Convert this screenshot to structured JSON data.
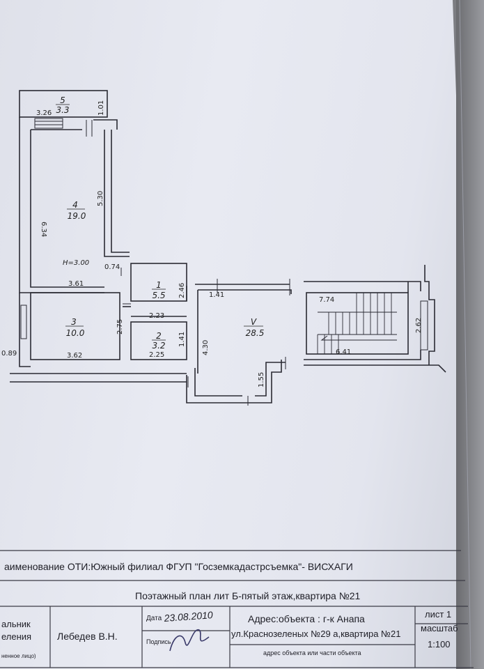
{
  "plan": {
    "rooms": [
      {
        "no": "5",
        "area": "3.3"
      },
      {
        "no": "4",
        "area": "19.0"
      },
      {
        "no": "1",
        "area": "5.5"
      },
      {
        "no": "3",
        "area": "10.0"
      },
      {
        "no": "2",
        "area": "3.2"
      },
      {
        "no": "V",
        "area": "28.5"
      }
    ],
    "dimensions": [
      "3.26",
      "1.01",
      "5.30",
      "6.34",
      "H=3.00",
      "0.74",
      "3.61",
      "2.46",
      "1.41",
      "2.23",
      "2.75",
      "4.30",
      "3.62",
      "2.25",
      "1.41",
      "0.89",
      "1.55",
      "7.74",
      "6.41",
      "2.62"
    ]
  },
  "title_block": {
    "org": "аименование ОТИ:Южный филиал ФГУП \"Госземкадастрсъемка\"- ВИСХАГИ",
    "plan_title": "Поэтажный  план   лит Б-пятый этаж,квартира №21",
    "role_line1": "альник",
    "role_line2": "еления",
    "role_note": "ненное лицо)",
    "person": "Лебедев В.Н.",
    "date_label": "Дата",
    "date_value": "23.08.2010",
    "sign_label": "Подпись",
    "address_label": "Адрес:объекта : г-к Анапа",
    "address_value": "ул.Краснозеленых №29 а,квартира №21",
    "address_caption": "адрес объекта или части объекта",
    "sheet_label": "лист 1",
    "scale_label": "масштаб",
    "scale_value": "1:100"
  }
}
